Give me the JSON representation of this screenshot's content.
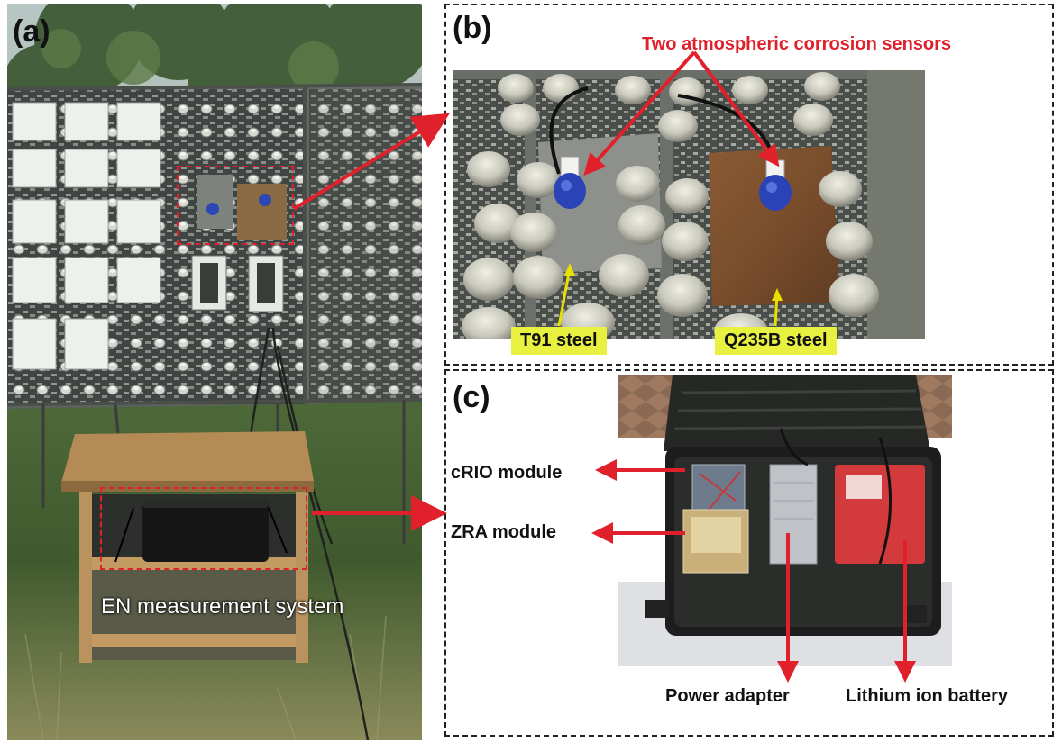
{
  "panels": {
    "a": {
      "label": "(a)",
      "caption": "EN measurement system"
    },
    "b": {
      "label": "(b)",
      "sensors_label": "Two atmospheric corrosion sensors",
      "steel_left": "T91 steel",
      "steel_right": "Q235B steel"
    },
    "c": {
      "label": "(c)",
      "crio": "cRIO module",
      "zra": "ZRA module",
      "power": "Power adapter",
      "battery": "Lithium ion battery"
    }
  },
  "colors": {
    "annotation_red": "#e0202a",
    "tag_yellow": "#e8f040",
    "panel_border": "#222222"
  }
}
